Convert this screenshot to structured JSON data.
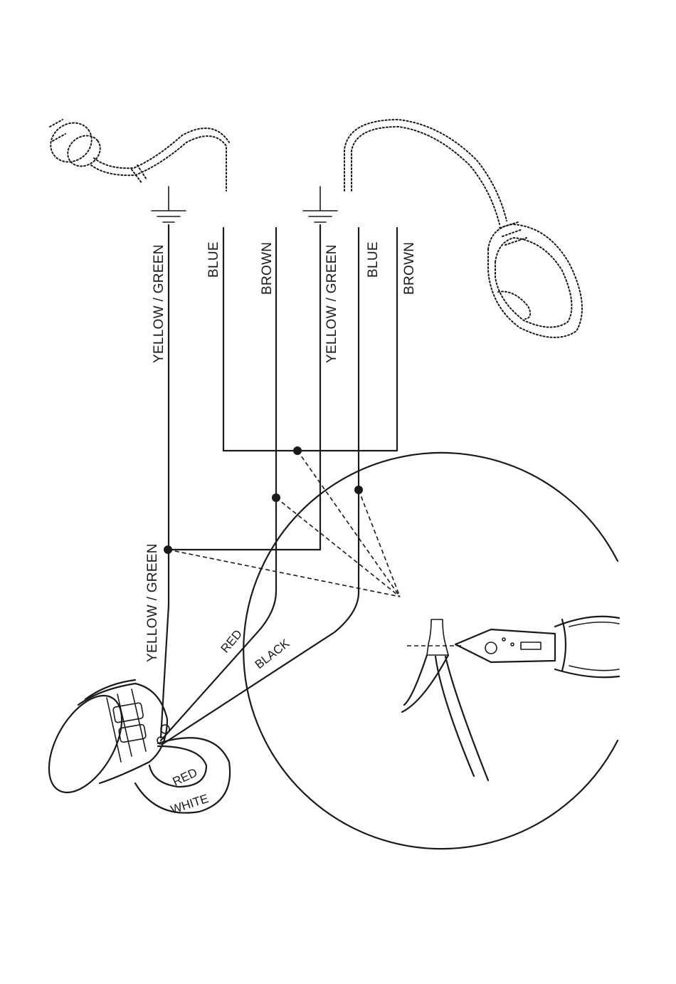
{
  "wire_labels": {
    "plug_earth": "YELLOW / GREEN",
    "plug_neutral": "BLUE",
    "plug_live": "BROWN",
    "lamp_earth": "YELLOW / GREEN",
    "lamp_neutral": "BLUE",
    "lamp_live": "BROWN",
    "fixture_earth": "YELLOW / GREEN",
    "fixture_red": "RED",
    "fixture_black": "BLACK",
    "socket_red": "RED",
    "socket_white": "WHITE"
  },
  "icons": [
    "plug-icon",
    "ground-symbol-icon",
    "lamp-housing-icon",
    "light-fixture-icon",
    "wire-stripper-icon",
    "wire-nut-icon"
  ],
  "colors": {
    "ink": "#1a1a1a",
    "background": "#ffffff"
  }
}
